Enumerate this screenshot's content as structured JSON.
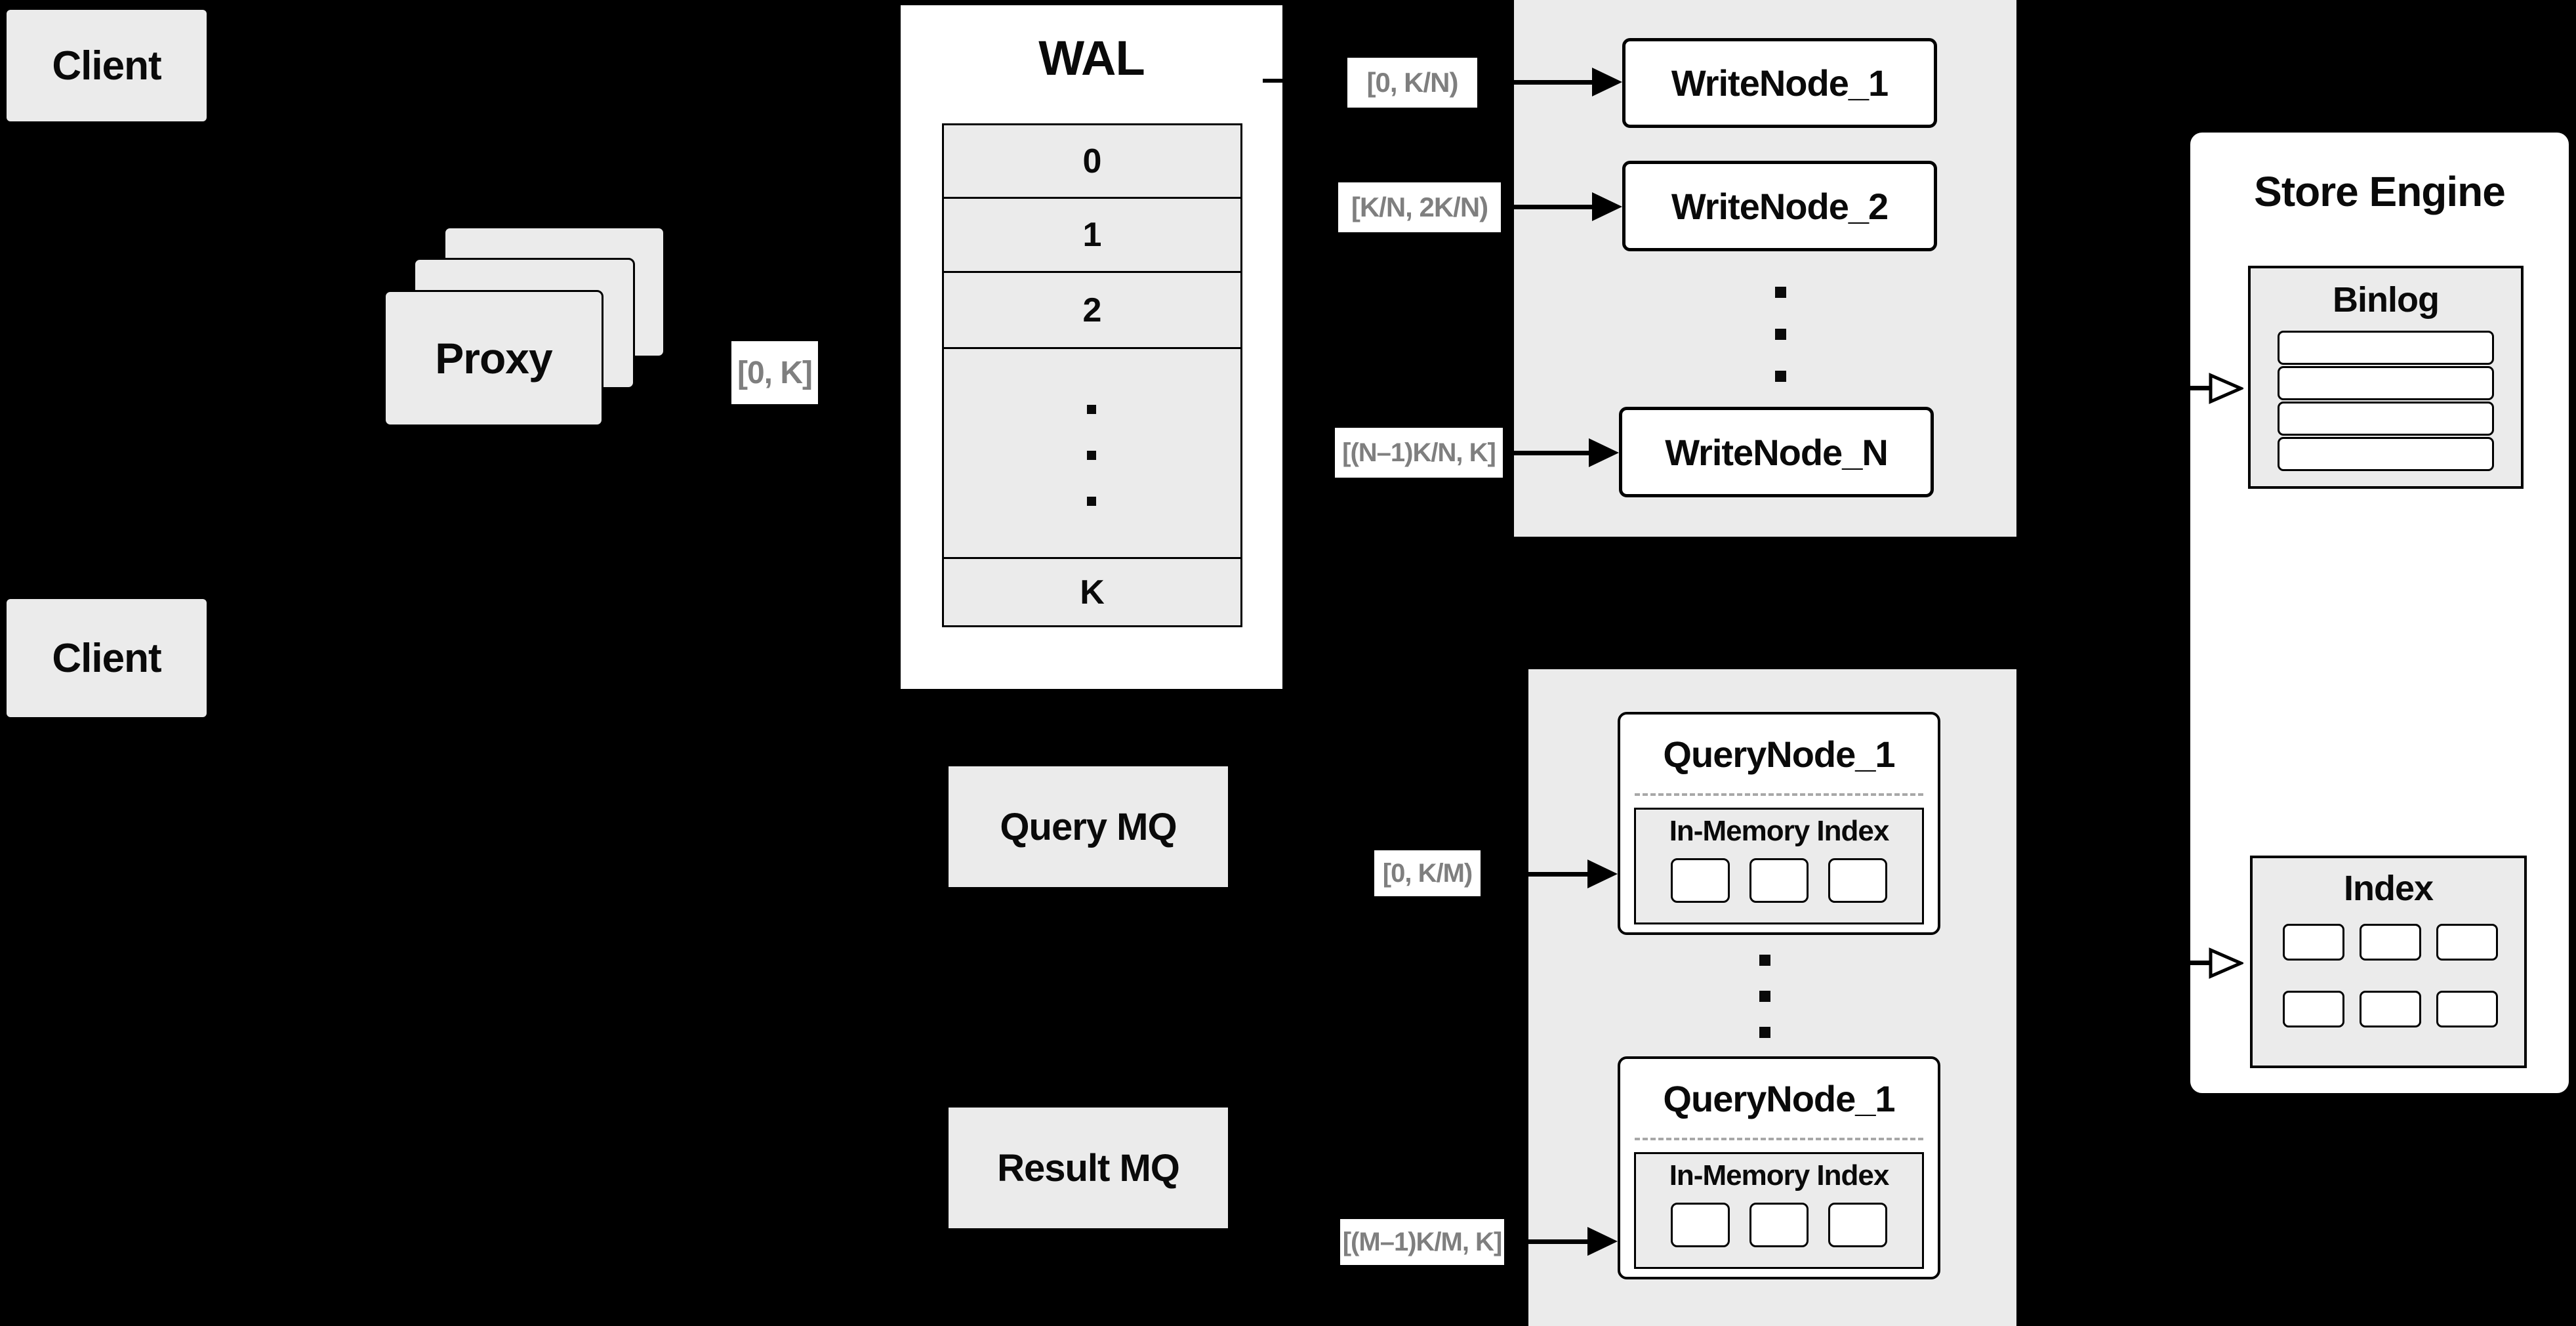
{
  "diagram_title": "Distributed vector database write/query architecture",
  "colors": {
    "background": "#000000",
    "panel_gray": "#ebebeb",
    "box_white": "#ffffff",
    "border_black": "#000000",
    "range_label_text": "#7f7f7f",
    "dashed_divider": "#a8a8a8"
  },
  "clients": [
    {
      "label": "Client"
    },
    {
      "label": "Client"
    }
  ],
  "proxy": {
    "label": "Proxy",
    "range": "[0, K]"
  },
  "wal": {
    "title": "WAL",
    "segments": [
      "0",
      "1",
      "2",
      "K"
    ],
    "ellipsis": "vertical-dots"
  },
  "write": {
    "ranges": [
      "[0, K/N)",
      "[K/N, 2K/N)",
      "[(N–1)K/N, K]"
    ],
    "nodes": [
      "WriteNode_1",
      "WriteNode_2",
      "WriteNode_N"
    ],
    "ellipsis": "vertical-dots"
  },
  "query": {
    "query_mq": "Query MQ",
    "result_mq": "Result MQ",
    "ranges": [
      "[0, K/M)",
      "[(M–1)K/M, K]"
    ],
    "nodes": [
      {
        "title": "QueryNode_1",
        "index_title": "In-Memory Index",
        "segment_count": 3
      },
      {
        "title": "QueryNode_1",
        "index_title": "In-Memory Index",
        "segment_count": 3
      }
    ],
    "ellipsis": "vertical-dots"
  },
  "store": {
    "title": "Store Engine",
    "binlog_title": "Binlog",
    "binlog_rows": 4,
    "index_title": "Index",
    "index_cells": 6
  }
}
